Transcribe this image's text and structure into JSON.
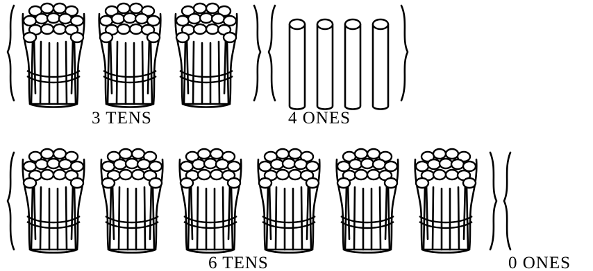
{
  "rows": [
    {
      "tens": 3,
      "ones": 4,
      "tens_label": "3 TENS",
      "ones_label": "4 ONES"
    },
    {
      "tens": 6,
      "ones": 0,
      "tens_label": "6 TENS",
      "ones_label": "0 ONES"
    }
  ]
}
